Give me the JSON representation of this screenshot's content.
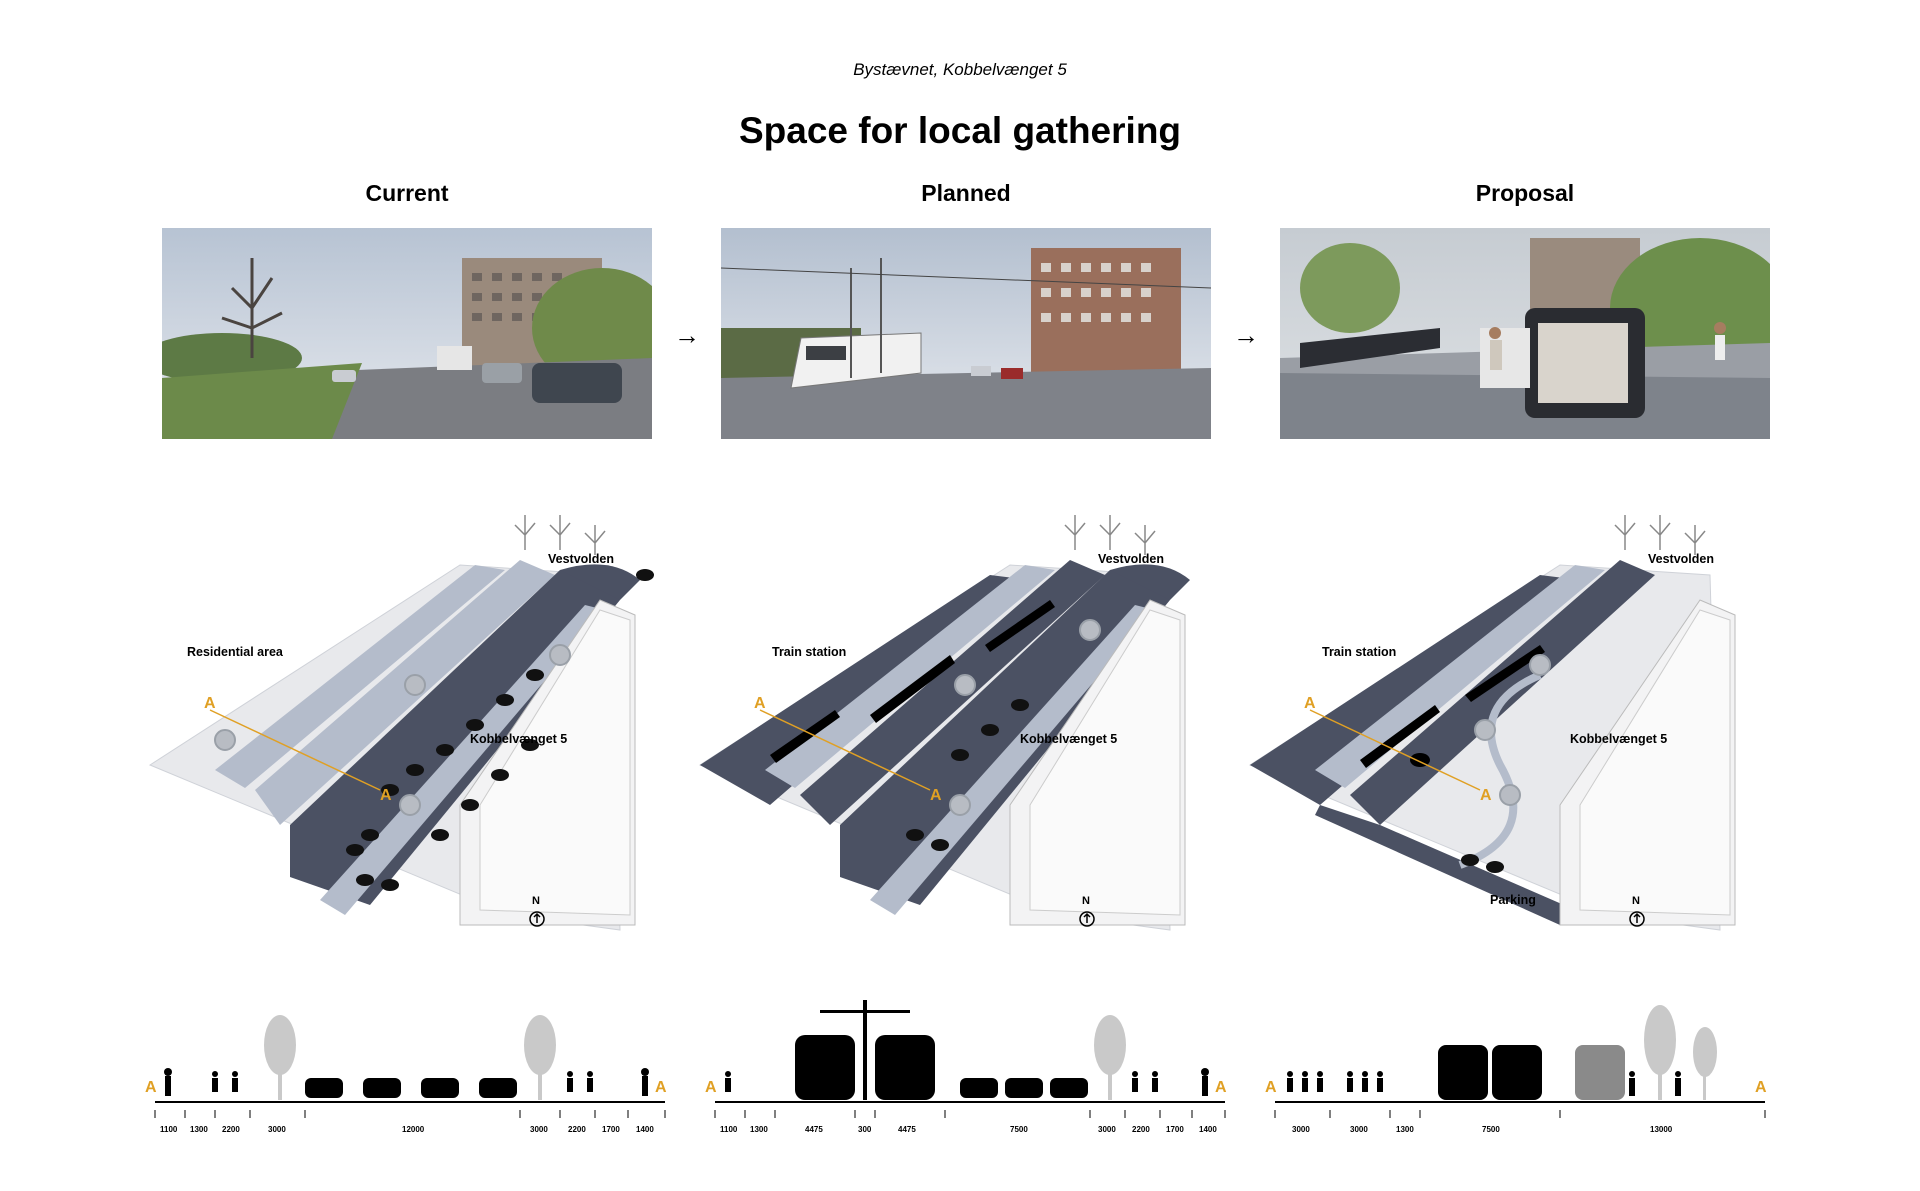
{
  "header": {
    "subtitle": "Bystævnet, Kobbelvænget 5",
    "title": "Space for local gathering"
  },
  "columns": [
    {
      "label": "Current"
    },
    {
      "label": "Planned"
    },
    {
      "label": "Proposal"
    }
  ],
  "arrows": [
    "→",
    "→"
  ],
  "axo": {
    "current": {
      "top_label": "Vestvolden",
      "left_label": "Residential area",
      "building_label": "Kobbelvænget 5",
      "section_mark": "A",
      "north": "N"
    },
    "planned": {
      "top_label": "Vestvolden",
      "left_label": "Train station",
      "building_label": "Kobbelvænget 5",
      "section_mark": "A",
      "north": "N"
    },
    "proposal": {
      "top_label": "Vestvolden",
      "left_label": "Train station",
      "building_label": "Kobbelvænget 5",
      "bottom_label": "Parking",
      "section_mark": "A",
      "north": "N"
    }
  },
  "sections": {
    "current": {
      "end_mark": "A",
      "dims": [
        "1100",
        "1300",
        "2200",
        "3000",
        "12000",
        "3000",
        "2200",
        "1700",
        "1400"
      ]
    },
    "planned": {
      "end_mark": "A",
      "dims": [
        "1100",
        "1300",
        "4475",
        "300",
        "4475",
        "7500",
        "3000",
        "2200",
        "1700",
        "1400"
      ]
    },
    "proposal": {
      "end_mark": "A",
      "dims": [
        "3000",
        "3000",
        "1300",
        "7500",
        "13000"
      ]
    }
  },
  "colors": {
    "road": "#4b5163",
    "lane": "#b4bccb",
    "ground": "#e8e9ec",
    "accent": "#e0a024"
  }
}
